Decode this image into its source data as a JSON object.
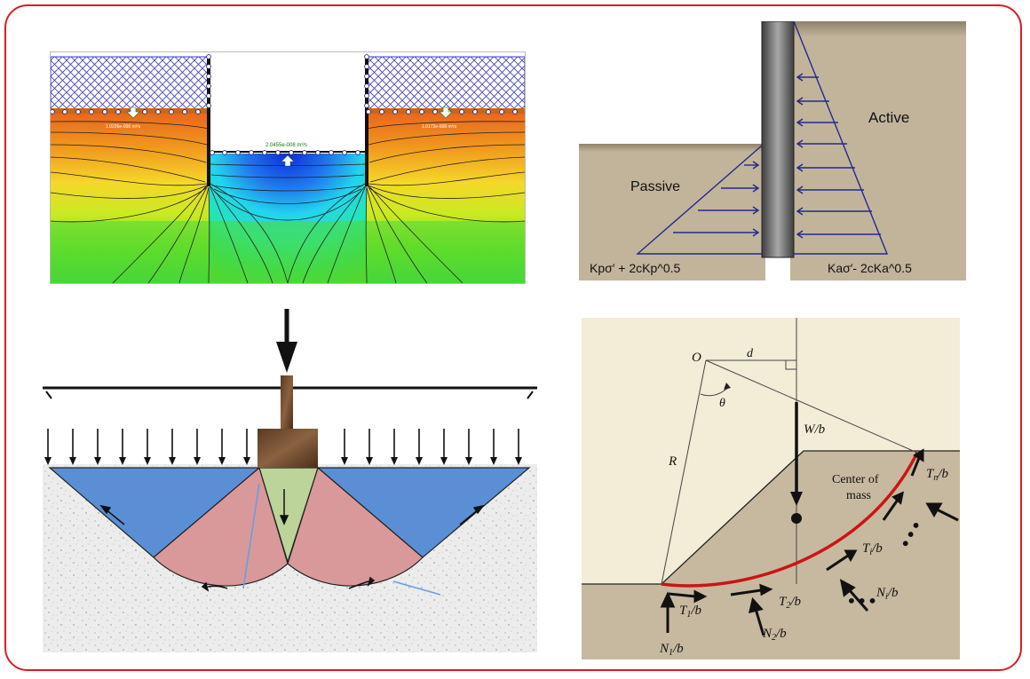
{
  "colors": {
    "frame": "#d61f26",
    "soil": "#c2b49b",
    "wall": "#6b6b6b",
    "arrow": "#232a8a"
  },
  "seepage": {
    "flux_left": "1.0226e-008 m³/s",
    "flux_center": "2.0455e-008 m³/s",
    "flux_right": "1.0172e-008 m³/s"
  },
  "earth_pressure": {
    "active_label": "Active",
    "passive_label": "Passive",
    "passive_formula": "Kpσ′ + 2cKp^0.5",
    "active_formula": "Kaσ′- 2cKa^0.5"
  },
  "slope": {
    "o": "O",
    "d": "d",
    "theta": "θ",
    "r": "R",
    "w": "W/b",
    "center_of_mass_1": "Center of",
    "center_of_mass_2": "mass",
    "tn": "T",
    "tn_sub": "n",
    "tn_tail": "/b",
    "ti": "T",
    "ti_sub": "i",
    "ti_tail": "/b",
    "ni": "N",
    "ni_sub": "i",
    "ni_tail": "/b",
    "t1": "T",
    "t1_sub": "1",
    "t1_tail": "/b",
    "t2": "T",
    "t2_sub": "2",
    "t2_tail": "/b",
    "n1": "N",
    "n1_sub": "1",
    "n1_tail": "/b",
    "n2": "N",
    "n2_sub": "2",
    "n2_tail": "/b",
    "dots": "• • •"
  }
}
